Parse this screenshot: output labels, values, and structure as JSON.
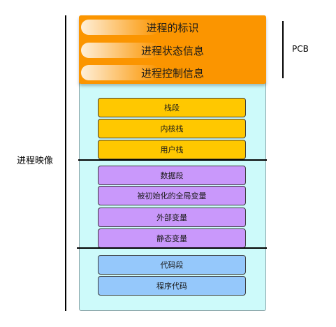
{
  "left_label": "进程映像",
  "pcb_label": "PCB",
  "pcb_rows": [
    "进程的标识",
    "进程状态信息",
    "进程控制信息"
  ],
  "segments": {
    "stack": [
      "栈段",
      "内核栈",
      "用户栈"
    ],
    "data": [
      "数据段",
      "被初始化的全局变量",
      "外部变量",
      "静态变量"
    ],
    "code": [
      "代码段",
      "程序代码"
    ]
  },
  "colors": {
    "pcb": "#fb9500",
    "background": "#cdfafa",
    "stack": "#ffc800",
    "data": "#c998fb",
    "code": "#95c8fb"
  }
}
